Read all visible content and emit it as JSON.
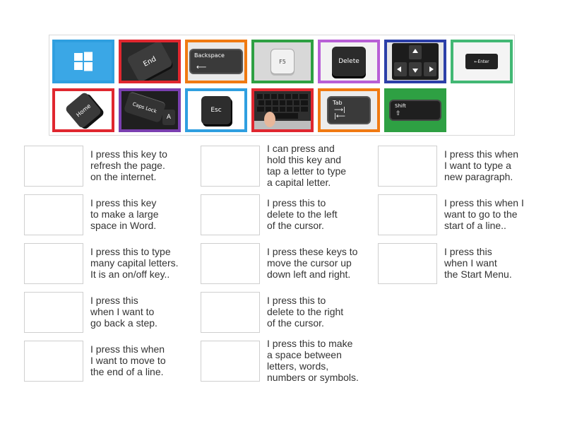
{
  "tiles": [
    {
      "id": "windows",
      "label": "",
      "border": "#2f9fe0"
    },
    {
      "id": "end",
      "label": "End",
      "border": "#e0272f"
    },
    {
      "id": "backspace",
      "label": "Backspace",
      "border": "#f07a12"
    },
    {
      "id": "f5",
      "label": "F5",
      "border": "#2ea043"
    },
    {
      "id": "delete",
      "label": "Delete",
      "border": "#b85fd6"
    },
    {
      "id": "arrows",
      "label": "",
      "border": "#2c3fa8"
    },
    {
      "id": "enter",
      "label": "←Enter",
      "border": "#42b874"
    },
    {
      "id": "home",
      "label": "Home",
      "border": "#e0272f"
    },
    {
      "id": "capslock",
      "label": "Caps Lock",
      "border": "#7a3fb0"
    },
    {
      "id": "esc",
      "label": "Esc",
      "border": "#2f9fe0"
    },
    {
      "id": "spacebar",
      "label": "",
      "border": "#e0272f"
    },
    {
      "id": "tab",
      "label": "Tab",
      "border": "#f07a12"
    },
    {
      "id": "shift",
      "label": "Shift",
      "border": "#2ea043"
    }
  ],
  "clues": [
    {
      "text": "I press this key to\nrefresh the page.\non the internet."
    },
    {
      "text": "I press this key\nto make a large\nspace in Word."
    },
    {
      "text": "I press this to type\nmany capital letters.\nIt is an on/off key.."
    },
    {
      "text": "I press this\nwhen I want to\ngo back a step."
    },
    {
      "text": "I press this when\nI want to move to\nthe end of a line."
    },
    {
      "text": "I can press and\nhold this key and\ntap a letter to type\na capital letter."
    },
    {
      "text": "I press this to\ndelete to the left\nof the cursor."
    },
    {
      "text": "I press these keys to\nmove the cursor up\ndown left and right."
    },
    {
      "text": "I press this to\ndelete to the right\nof the cursor."
    },
    {
      "text": "I press this to make\na space between\nletters, words,\nnumbers or symbols."
    },
    {
      "text": "I press this when\nI want to type a\nnew paragraph."
    },
    {
      "text": "I press this when I\nwant to go to the\nstart of a line.."
    },
    {
      "text": "I press this\nwhen I want\nthe Start Menu."
    }
  ]
}
